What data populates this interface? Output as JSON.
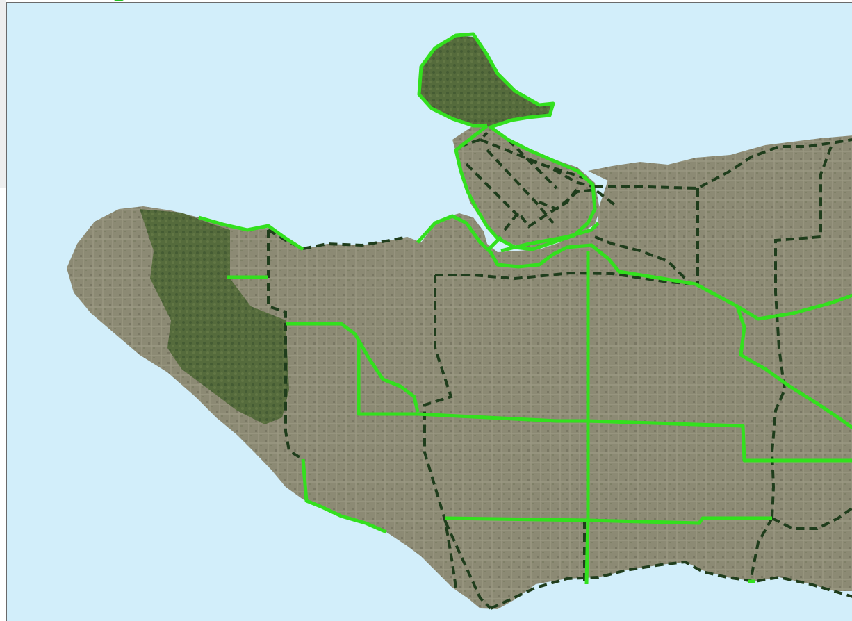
{
  "map": {
    "view": "aerial-imagery",
    "colors": {
      "water": "#d2eefa",
      "land": "#8c8a74",
      "park": "#556b3c",
      "boundary_solid": "#33e01e",
      "boundary_dashed": "#1f3d1c",
      "frame": "#6a6a6a"
    },
    "legend": {
      "solid_line": "boundary-solid",
      "dashed_line": "boundary-dashed"
    }
  }
}
